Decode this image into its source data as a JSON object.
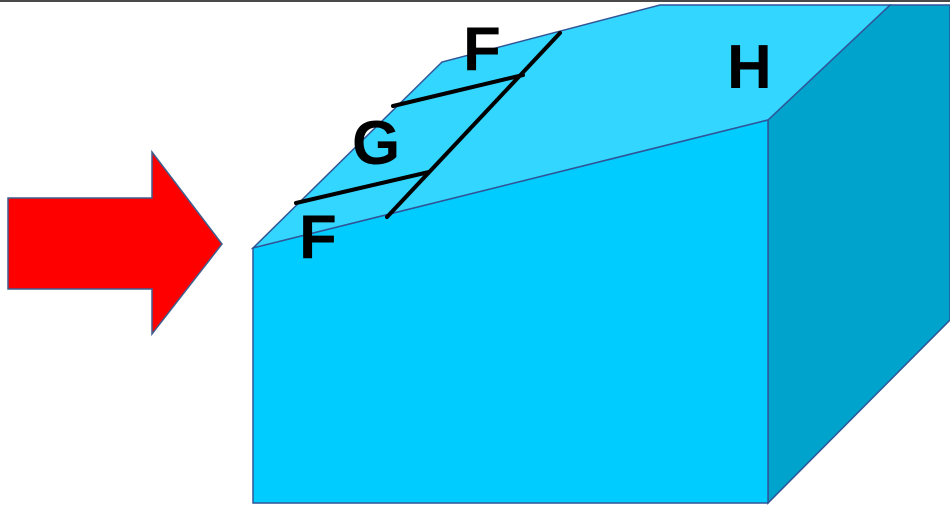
{
  "labels": {
    "f_top": "F",
    "g": "G",
    "f_bottom": "F",
    "h": "H"
  },
  "colors": {
    "arrow_fill": "#FF0000",
    "arrow_stroke": "#3F5F8F",
    "block_front": "#00CCFF",
    "block_top": "#33D6FF",
    "block_side": "#00A3CC",
    "block_stroke": "#2F5597",
    "fault_lines": "#000000",
    "label_text": "#000000"
  }
}
